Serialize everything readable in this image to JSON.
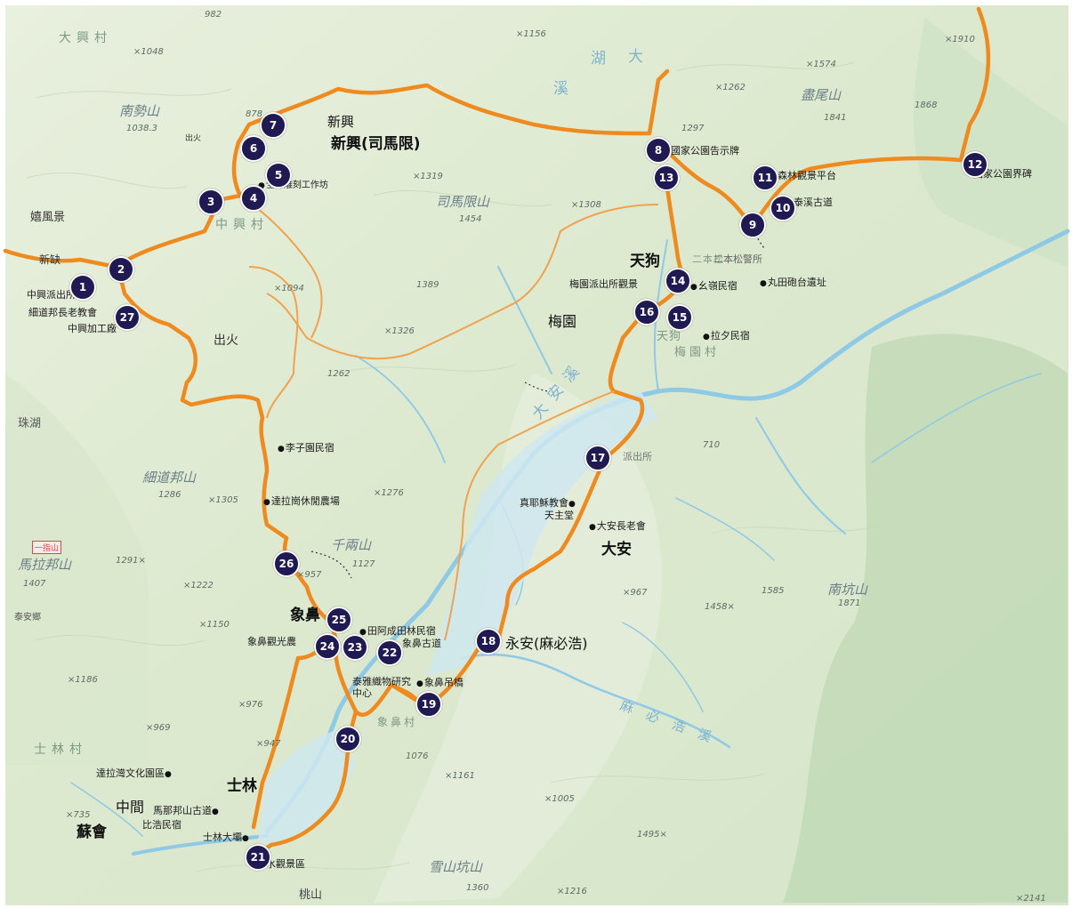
{
  "map": {
    "colors": {
      "route": "#ef8a1e",
      "river": "#8ec9e6",
      "marker": "#201a52",
      "terrain_light": "#e6efd6",
      "terrain_dark": "#b7d1ad"
    },
    "markers": [
      "1",
      "2",
      "3",
      "4",
      "5",
      "6",
      "7",
      "8",
      "9",
      "10",
      "11",
      "12",
      "13",
      "14",
      "15",
      "16",
      "17",
      "18",
      "19",
      "20",
      "21",
      "22",
      "23",
      "24",
      "25",
      "26",
      "27"
    ],
    "places": {
      "xinxing": "新興(司馬限)",
      "xinxing_small": "新興",
      "tiangou": "天狗",
      "meiyuan": "梅園",
      "da_an": "大安",
      "yong_an": "永安(麻必浩)",
      "xiangbi": "象鼻",
      "shilin": "士林",
      "zhongyi": "中間",
      "su_hui": "蘇會",
      "chuhuo": "出火"
    },
    "points": {
      "zhongxing_police": "中興派出所",
      "xidaobang_church": "細道邦長老教會",
      "zhongxing_processing": "中興加工廠",
      "sculpture": "全力雕刻工作坊",
      "natl_park_sign": "國家公園告示牌",
      "forest_platform": "森林觀景平台",
      "trail_10": "泰溪古道",
      "natl_park_boundary": "國家公園界碑",
      "erben_police": "二本松警所",
      "meiyuan_police": "梅園派出所觀景",
      "xiangde_bnb": "幺嶺民宿",
      "wantian_fort": "丸田砲台遺址",
      "laxi_bnb": "拉夕民宿",
      "lizi_bnb": "李子園民宿",
      "dala_farm": "達拉崗休閒農場",
      "jesus_church": "真耶穌教會",
      "tianzhu_church": "天主堂",
      "daan_elder_church": "大安長老會",
      "police_17": "派出所",
      "xiangbi_view": "象鼻觀光農",
      "tianya_bnb": "田阿成田林民宿",
      "xiangbi_trail": "象鼻古道",
      "plant_center": "泰雅織物研究中心",
      "xiangbi_bridge": "象鼻吊橋",
      "dala_culture": "達拉灣文化園區",
      "malabang_trail": "馬那邦山古道",
      "biyun_bnb": "比浩民宿",
      "shilin_dam": "士林大壩",
      "shore_view": "親水觀景區"
    },
    "mountains": {
      "nanshi": "南勢山",
      "simaxian": "司馬限山",
      "qianliang": "千兩山",
      "xidaobang": "細道邦山",
      "malabang": "馬拉邦山",
      "nankeng": "南坑山",
      "dongwei": "盡尾山",
      "xueshankeng": "雪山坑山"
    },
    "villages": {
      "dasheng": "大興村",
      "zhongxing": "中興村",
      "meiyuan_v": "梅園村",
      "shilin_v": "士林村",
      "xiangbi_v": "象鼻村",
      "erben_v": "二本松",
      "tiangou_v": "天狗"
    },
    "rivers": {
      "lake": "湖",
      "big": "大",
      "stream": "溪",
      "daan_river": "大安溪",
      "mabihao_creek": "麻必浩溪"
    },
    "peaks": {
      "p982": "982",
      "p1048": "×1048",
      "p1038": "1038.3",
      "p878": "878",
      "p1156": "×1156",
      "p1262a": "×1262",
      "p1297": "1297",
      "p1574": "×1574",
      "p1841": "1841",
      "p1868": "1868",
      "p1910": "×1910",
      "p1319": "×1319",
      "p1308": "×1308",
      "p1454": "1454",
      "p1094": "×1094",
      "p1389": "1389",
      "p1326": "×1326",
      "p1262b": "1262",
      "p710": "710",
      "p1286": "1286",
      "p1305": "×1305",
      "p1276": "×1276",
      "p1127": "1127",
      "p957": "×957",
      "p1291": "1291×",
      "p1407": "1407",
      "p1222": "×1222",
      "p1150": "×1150",
      "p967": "×967",
      "p1585": "1585",
      "p1458": "1458×",
      "p1871": "1871",
      "p1186": "×1186",
      "p976": "×976",
      "p969": "×969",
      "p947": "×947",
      "p1076": "1076",
      "p1161": "×1161",
      "p1005": "×1005",
      "p1495": "1495×",
      "p735": "×735",
      "p1360": "1360",
      "p1216": "×1216",
      "p2141": "×2141"
    },
    "misc": {
      "huan_fengqing": "嬉風景",
      "xinque": "新缺",
      "zhuhu": "珠湖",
      "yiping": "一指山",
      "taian": "泰安鄉",
      "chuhuo_small": "出火",
      "lungan": "桃山"
    }
  }
}
